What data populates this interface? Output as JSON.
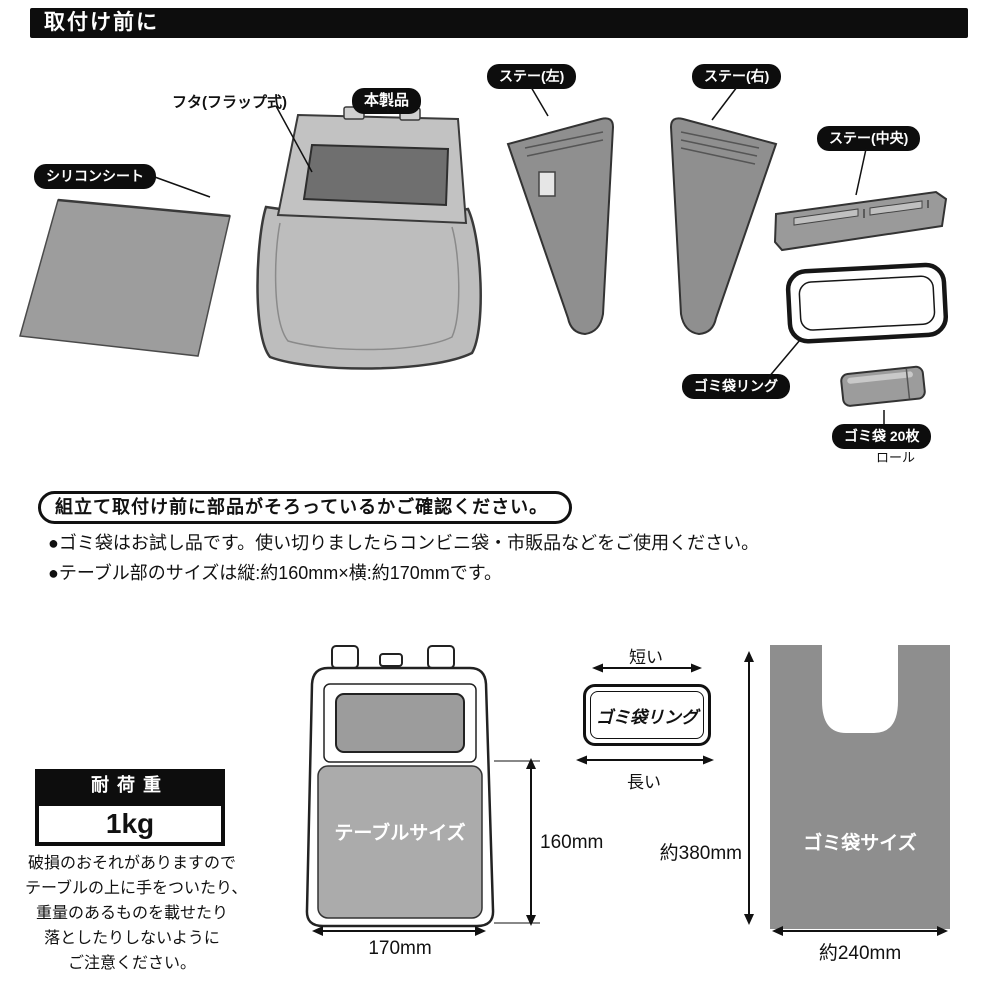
{
  "header": {
    "title": "取付け前に"
  },
  "parts_labels": {
    "silicone_sheet": "シリコンシート",
    "lid": "フタ(フラップ式)",
    "main_product": "本製品",
    "stay_left": "ステー(左)",
    "stay_right": "ステー(右)",
    "stay_center": "ステー(中央)",
    "bag_ring": "ゴミ袋リング",
    "bags": "ゴミ袋 20枚",
    "roll": "ロール"
  },
  "notes": {
    "check_message": "組立て取付け前に部品がそろっているかご確認ください。",
    "bullets": [
      "●ゴミ袋はお試し品です。使い切りましたらコンビニ袋・市販品などをご使用ください。",
      "●テーブル部のサイズは縦:約160mm×横:約170mmです。"
    ]
  },
  "load_capacity": {
    "label": "耐荷重",
    "value": "1kg",
    "caution_lines": [
      "破損のおそれがありますので",
      "テーブルの上に手をついたり、",
      "重量のあるものを載せたり",
      "落としたりしないように",
      "ご注意ください。"
    ]
  },
  "dimensions": {
    "table_label": "テーブルサイズ",
    "table_height": "160mm",
    "table_width": "170mm",
    "ring_label": "ゴミ袋リング",
    "ring_top": "短い",
    "ring_bottom": "長い",
    "bag_label": "ゴミ袋サイズ",
    "bag_height": "約380mm",
    "bag_width": "約240mm"
  },
  "colors": {
    "part_gray": "#9a9a9a",
    "lid_dark_gray": "#6f6f6f",
    "bag_gray": "#8e8e8e",
    "table_gray": "#ababab",
    "label_bg": "#0d0d0d"
  }
}
